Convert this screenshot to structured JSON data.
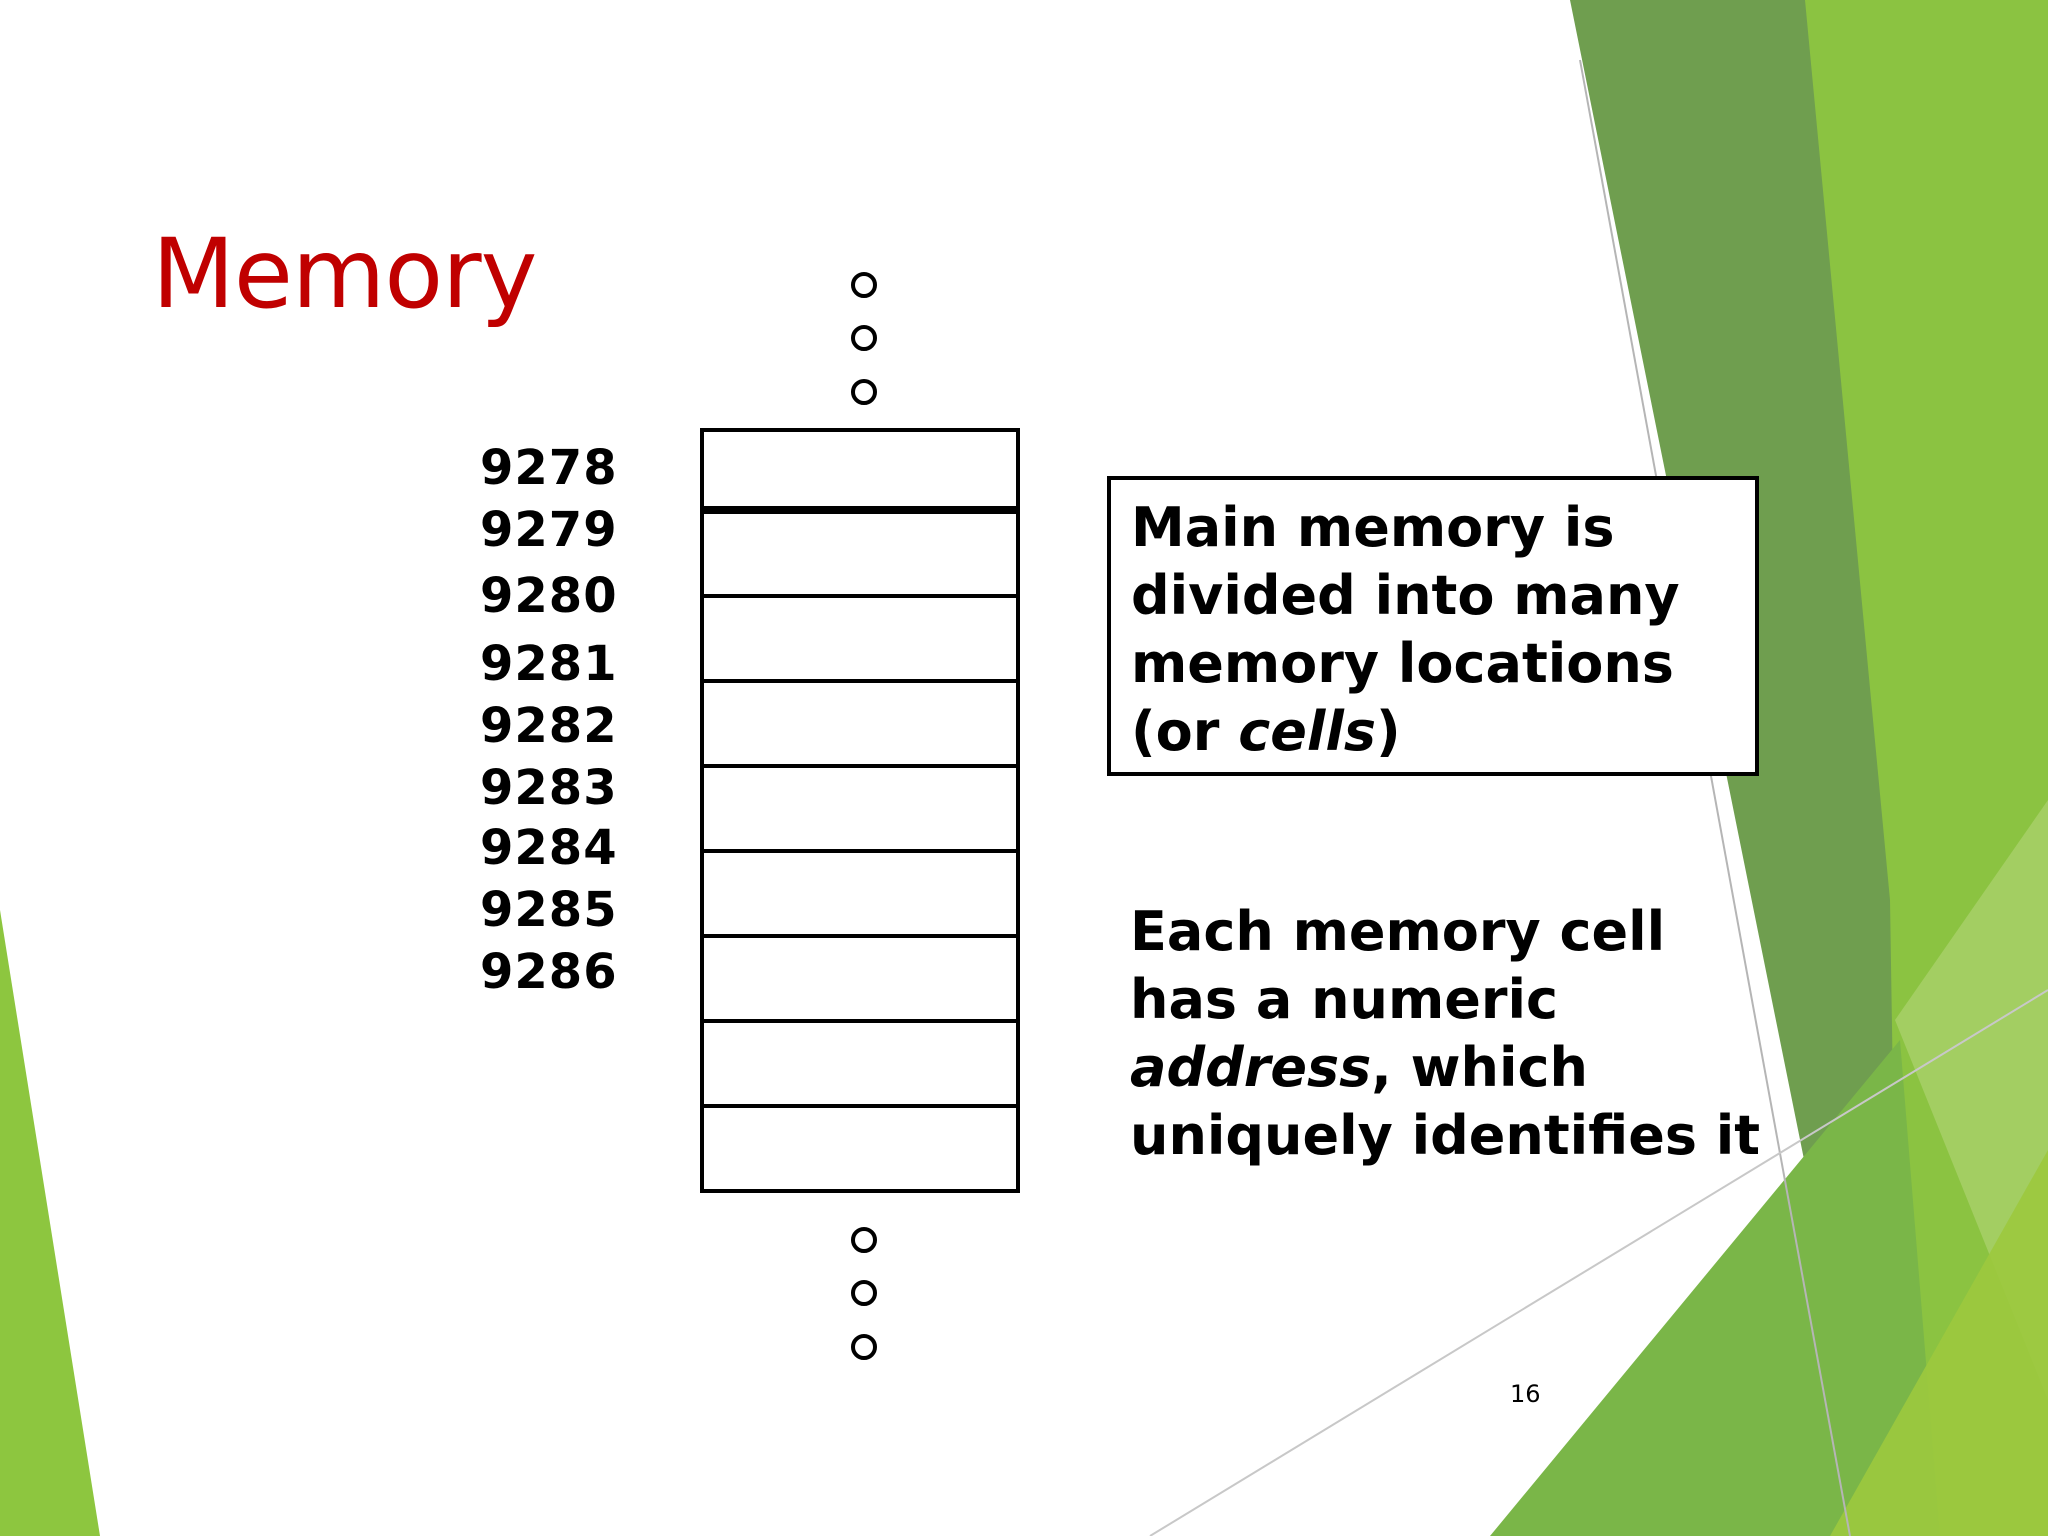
{
  "slide": {
    "title": "Memory",
    "page_number": "16",
    "theme_colors": {
      "title": "#c00000",
      "green_light": "#8dc63f",
      "green_mid": "#7ab648",
      "green_dark": "#6a9a4a",
      "green_pale": "#d8e9b6"
    }
  },
  "memory": {
    "addresses": [
      "9278",
      "9279",
      "9280",
      "9281",
      "9282",
      "9283",
      "9284",
      "9285",
      "9286"
    ],
    "cell_count": 9,
    "ellipsis_top": [
      "o",
      "o",
      "o"
    ],
    "ellipsis_bottom": [
      "o",
      "o",
      "o"
    ]
  },
  "callout": {
    "text_before": "Main memory is divided into many memory locations (or ",
    "italic": "cells",
    "text_after": ")"
  },
  "description": {
    "text_before": "Each memory cell has a numeric ",
    "italic": "address",
    "text_after": ", which uniquely identifies it"
  }
}
